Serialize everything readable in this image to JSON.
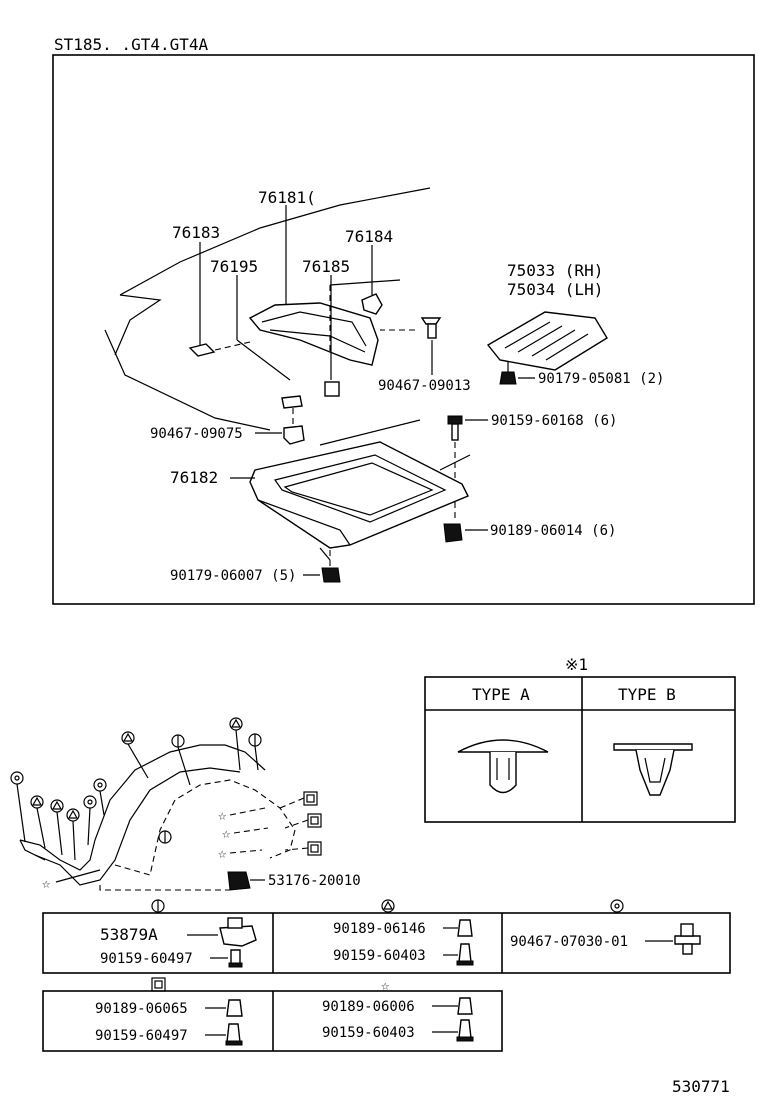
{
  "header": {
    "model": "ST185. .GT4.GT4A"
  },
  "footer": {
    "ref": "530771"
  },
  "upper_labels": {
    "p76181": "76181(",
    "p76183": "76183",
    "p76184": "76184",
    "p76195": "76195",
    "p76185": "76185",
    "p75033": "75033 (RH)",
    "p75034": "75034 (LH)",
    "p90467_09013": "90467-09013",
    "p90179_05081": "90179-05081 (2)",
    "p90467_09075": "90467-09075",
    "p90159_60168": "90159-60168 (6)",
    "p76182": "76182",
    "p90189_06014": "90189-06014 (6)",
    "p90179_06007": "90179-06007 (5)"
  },
  "clip_types": {
    "ref_mark": "※1",
    "type_a": "TYPE A",
    "type_b": "TYPE B"
  },
  "fender": {
    "p53176_20010": "53176-20010"
  },
  "legend": {
    "circle_bar": {
      "a": "53879A",
      "b": "90159-60497"
    },
    "circle_tri": {
      "a": "90189-06146",
      "b": "90159-60403"
    },
    "circle_dot": {
      "a": "90467-07030-01"
    },
    "square_sym": {
      "a": "90189-06065",
      "b": "90159-60497"
    },
    "star_sym": {
      "a": "90189-06006",
      "b": "90159-60403"
    }
  }
}
